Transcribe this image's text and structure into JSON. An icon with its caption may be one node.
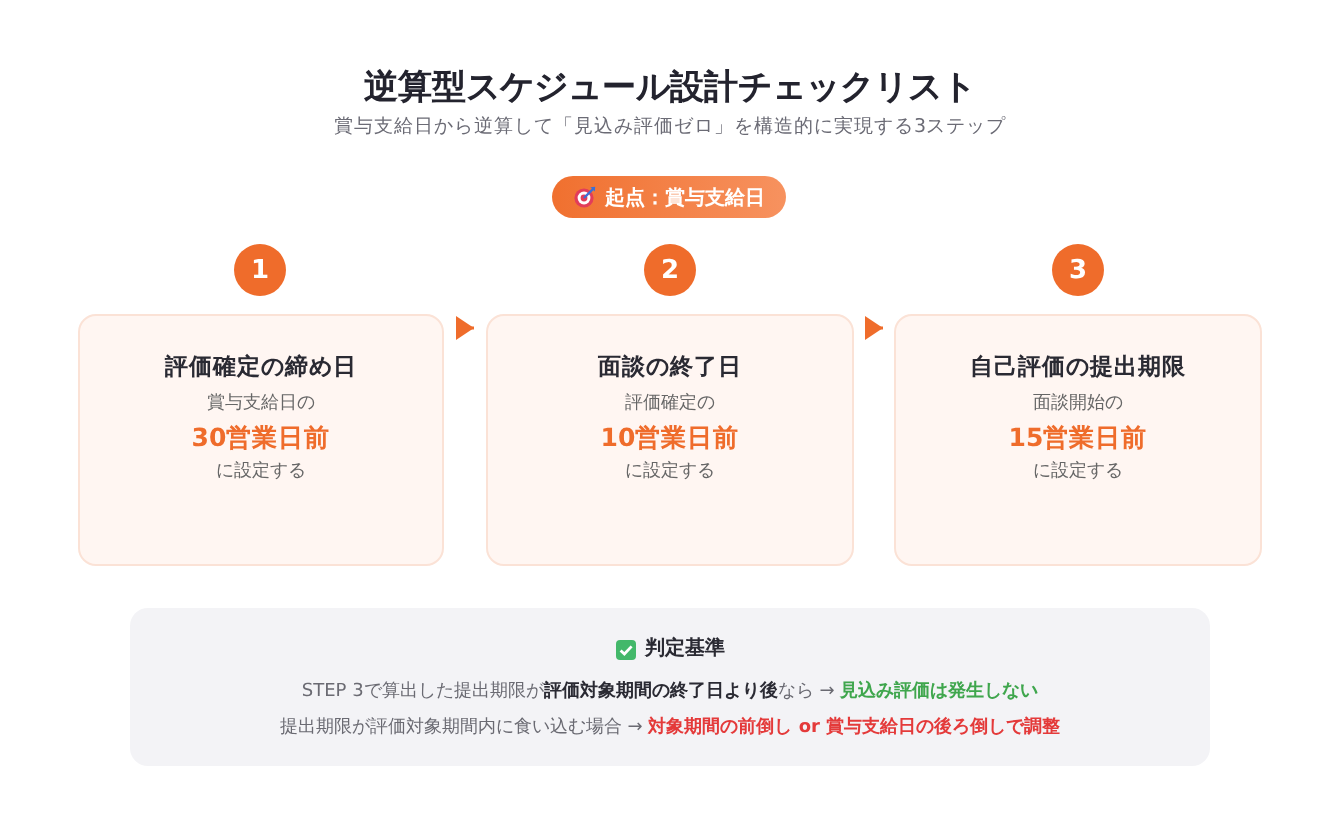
{
  "diagram": {
    "title": "逆算型スケジュール設計チェックリスト",
    "nodes": [
      {
        "text": [
          "起点：賞与支給日"
        ]
      },
      {
        "text": [
          "1"
        ]
      },
      {
        "text": [
          "2"
        ]
      },
      {
        "text": [
          "3"
        ]
      },
      {
        "text": [
          "評価確定の締め日",
          "賞与支給日の",
          "30営業日前",
          "に設定する"
        ]
      },
      {
        "text": [
          "面談の終了日",
          "評価確定の",
          "10営業日前",
          "に設定する"
        ]
      },
      {
        "text": [
          "自己評価の提出期限",
          "面談開始の",
          "15営業日前",
          "に設定する"
        ]
      },
      {
        "text": [
          "判定基準",
          "STEP 3で算出した提出期限が**評価対象期間の終了日より後**なら → **見込み評価は発生しない**",
          "提出期限が評価対象期間内に食い込む場合 → **対象期間の前倒し or 賞与支給日の後ろ倒しで調整**"
        ]
      }
    ],
    "edges": [
      {
        "from": 4,
        "to": 5,
        "arrow": "to"
      },
      {
        "from": 5,
        "to": 6,
        "arrow": "to"
      }
    ],
    "labels": [
      "賞与支給日から逆算して「見込み評価ゼロ」を構造的に実現する3ステップ"
    ]
  }
}
